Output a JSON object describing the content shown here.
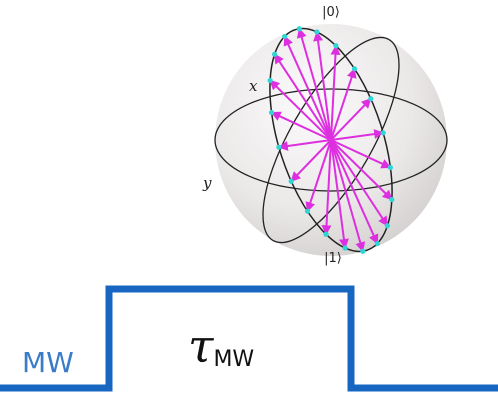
{
  "bloch": {
    "top_state": "|0⟩",
    "bottom_state": "|1⟩",
    "x_label": "x",
    "y_label": "y"
  },
  "pulse": {
    "channel_label": "MW",
    "duration_symbol": "τ",
    "duration_subscript": "MW"
  },
  "colors": {
    "vector": "#dd2fe0",
    "trajectory_point": "#2fd4d4",
    "pulse_line": "#1767c2",
    "mw_label": "#3a7cc8",
    "sphere": "#eceaea",
    "circle": "#222222"
  }
}
